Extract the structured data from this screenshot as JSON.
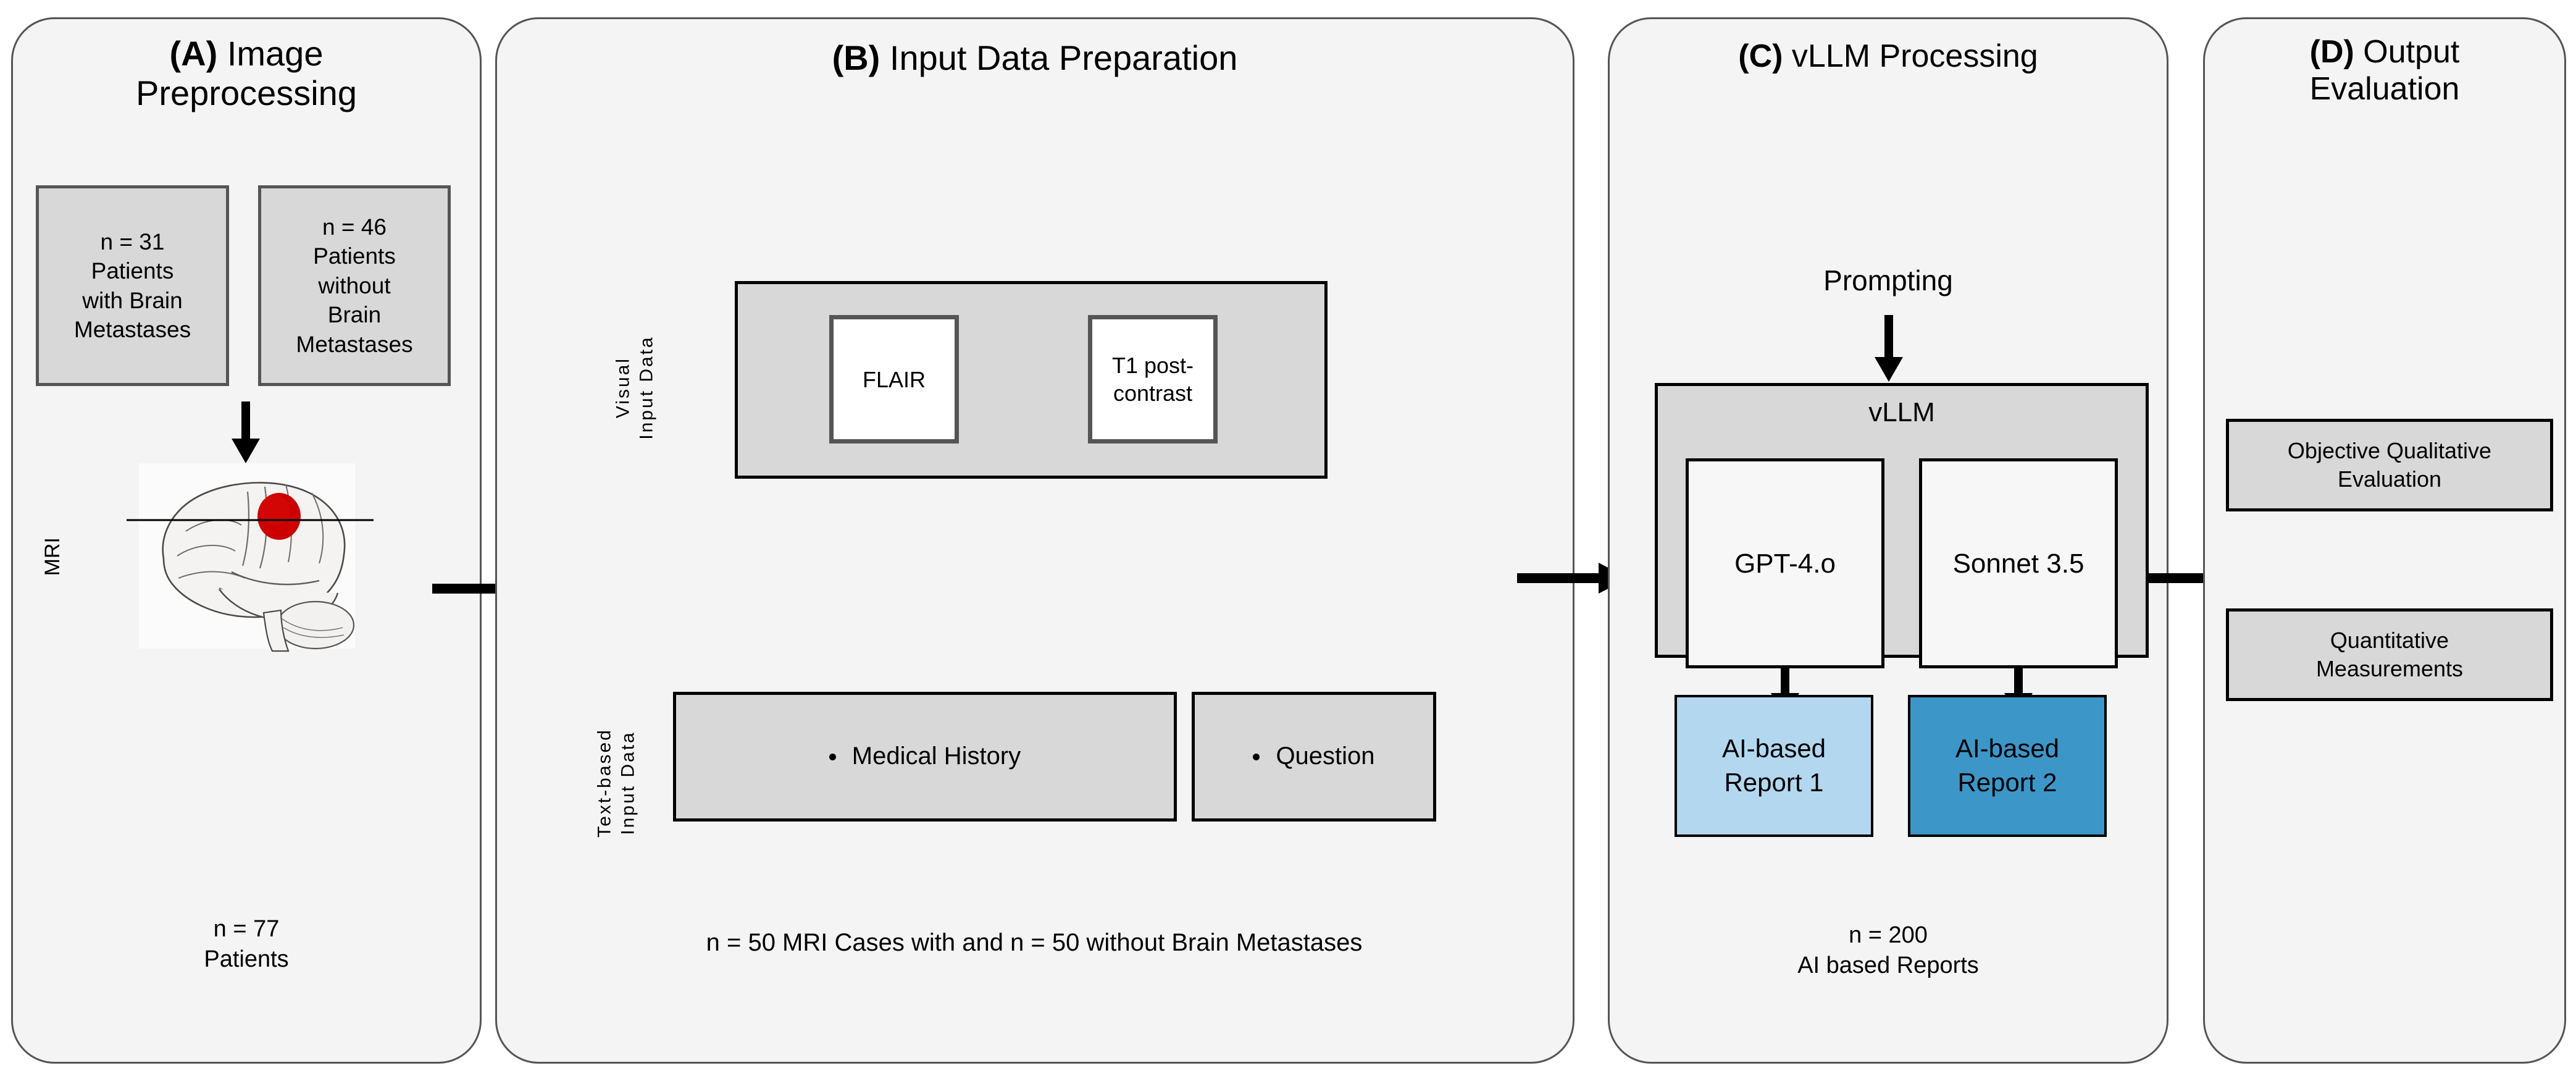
{
  "figure": {
    "background": "#ffffff",
    "panel_fill": "#f4f4f4",
    "panel_stroke": "#555555",
    "box_fill": "#d8d8d8",
    "report1_color": "#b3d7ef",
    "report2_color": "#3d96c8",
    "lesion_color": "#cc0000"
  },
  "panels": {
    "a": {
      "tag": "(A)",
      "title_line1": "Image",
      "title_line2": "Preprocessing",
      "cohort_left": {
        "line1": "n = 31",
        "line2": "Patients",
        "line3": "with Brain",
        "line4": "Metastases"
      },
      "cohort_right": {
        "line1": "n = 46",
        "line2": "Patients",
        "line3": "without",
        "line4": "Brain",
        "line5": "Metastases"
      },
      "modality_label": "MRI",
      "footer_line1": "n =  77",
      "footer_line2": "Patients"
    },
    "b": {
      "tag": "(B)",
      "title": "Input Data Preparation",
      "visual_label_line1": "Visual",
      "visual_label_line2": "Input Data",
      "visual_items": [
        {
          "label": "FLAIR"
        },
        {
          "label_line1": "T1 post-",
          "label_line2": "contrast"
        }
      ],
      "text_label_line1": "Text-based",
      "text_label_line2": "Input Data",
      "text_items": [
        {
          "label": "Medical History"
        },
        {
          "label": "Question"
        }
      ],
      "footer": "n = 50 MRI Cases with and n = 50 without Brain Metastases"
    },
    "c": {
      "tag": "(C)",
      "title": "vLLM Processing",
      "prompting_label": "Prompting",
      "container_label": "vLLM",
      "models": [
        {
          "name": "GPT-4.o"
        },
        {
          "name": "Sonnet 3.5"
        }
      ],
      "reports": [
        {
          "line1": "AI-based",
          "line2": "Report  1",
          "color": "#b3d7ef"
        },
        {
          "line1": "AI-based",
          "line2": "Report  2",
          "color": "#3d96c8"
        }
      ],
      "footer_line1": "n = 200",
      "footer_line2": "AI based Reports"
    },
    "d": {
      "tag": "(D)",
      "title_line1": "Output",
      "title_line2": "Evaluation",
      "outputs": [
        {
          "line1": "Objective Qualitative",
          "line2": "Evaluation"
        },
        {
          "line1": "Quantitative",
          "line2": "Measurements"
        }
      ]
    }
  },
  "connectors": {
    "a_to_b": "arrow-right",
    "b_to_c": "arrow-right",
    "c_to_d": "arrow-right",
    "cohort_to_mri": "arrow-down",
    "prompting_to_vllm": "arrow-down",
    "gpt_to_report1": "arrow-down",
    "sonnet_to_report2": "arrow-down"
  }
}
